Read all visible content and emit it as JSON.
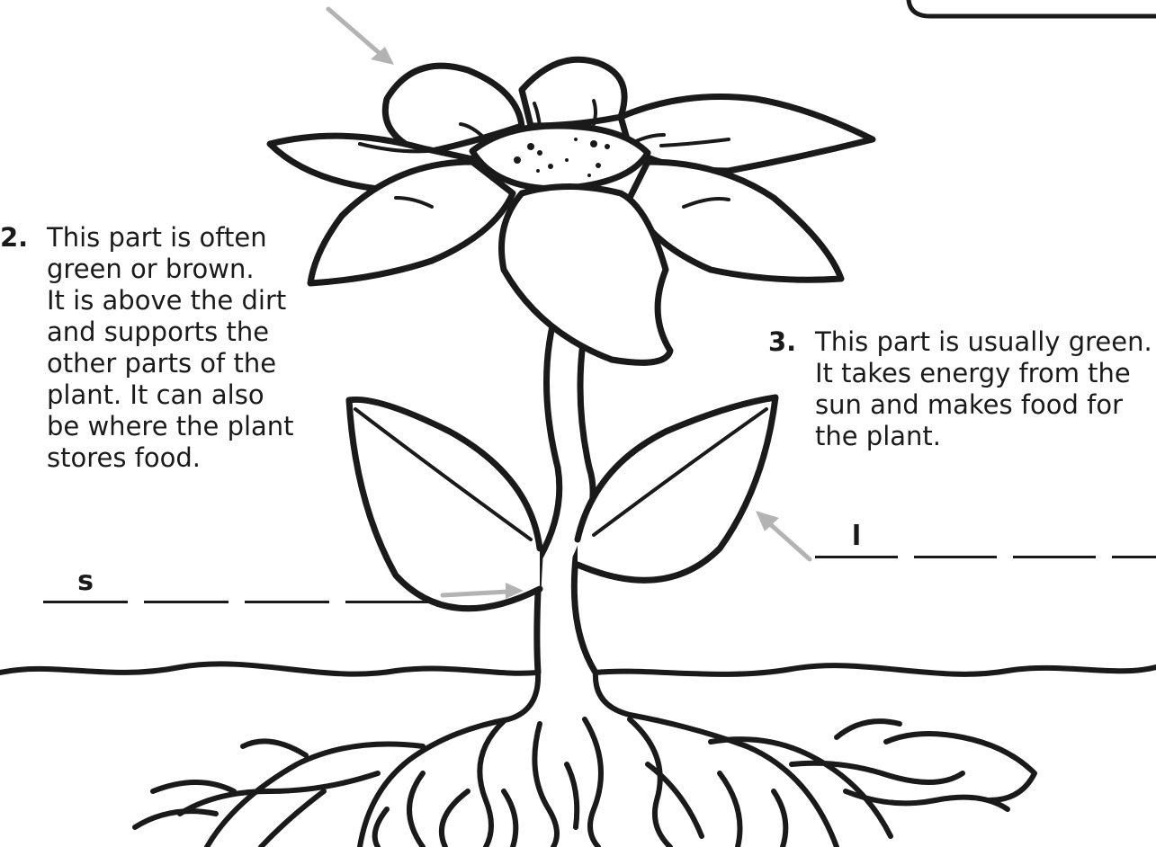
{
  "clue_2": {
    "number": "2.",
    "lines": [
      "This part is often",
      "green or brown.",
      "It is above the dirt",
      "and supports the",
      "other parts of the",
      "plant.  It can also",
      "be where the plant",
      "stores food."
    ],
    "answer_letters": [
      "s",
      "",
      "",
      ""
    ]
  },
  "clue_3": {
    "number": "3.",
    "lines": [
      "This part is usually green.",
      "It takes energy from the",
      "sun and makes food for",
      "the plant."
    ],
    "answer_letters": [
      "l",
      "",
      "",
      ""
    ]
  },
  "colors": {
    "outline": "#1a1a1a",
    "arrow": "#b3b3b3",
    "background": "#ffffff"
  }
}
